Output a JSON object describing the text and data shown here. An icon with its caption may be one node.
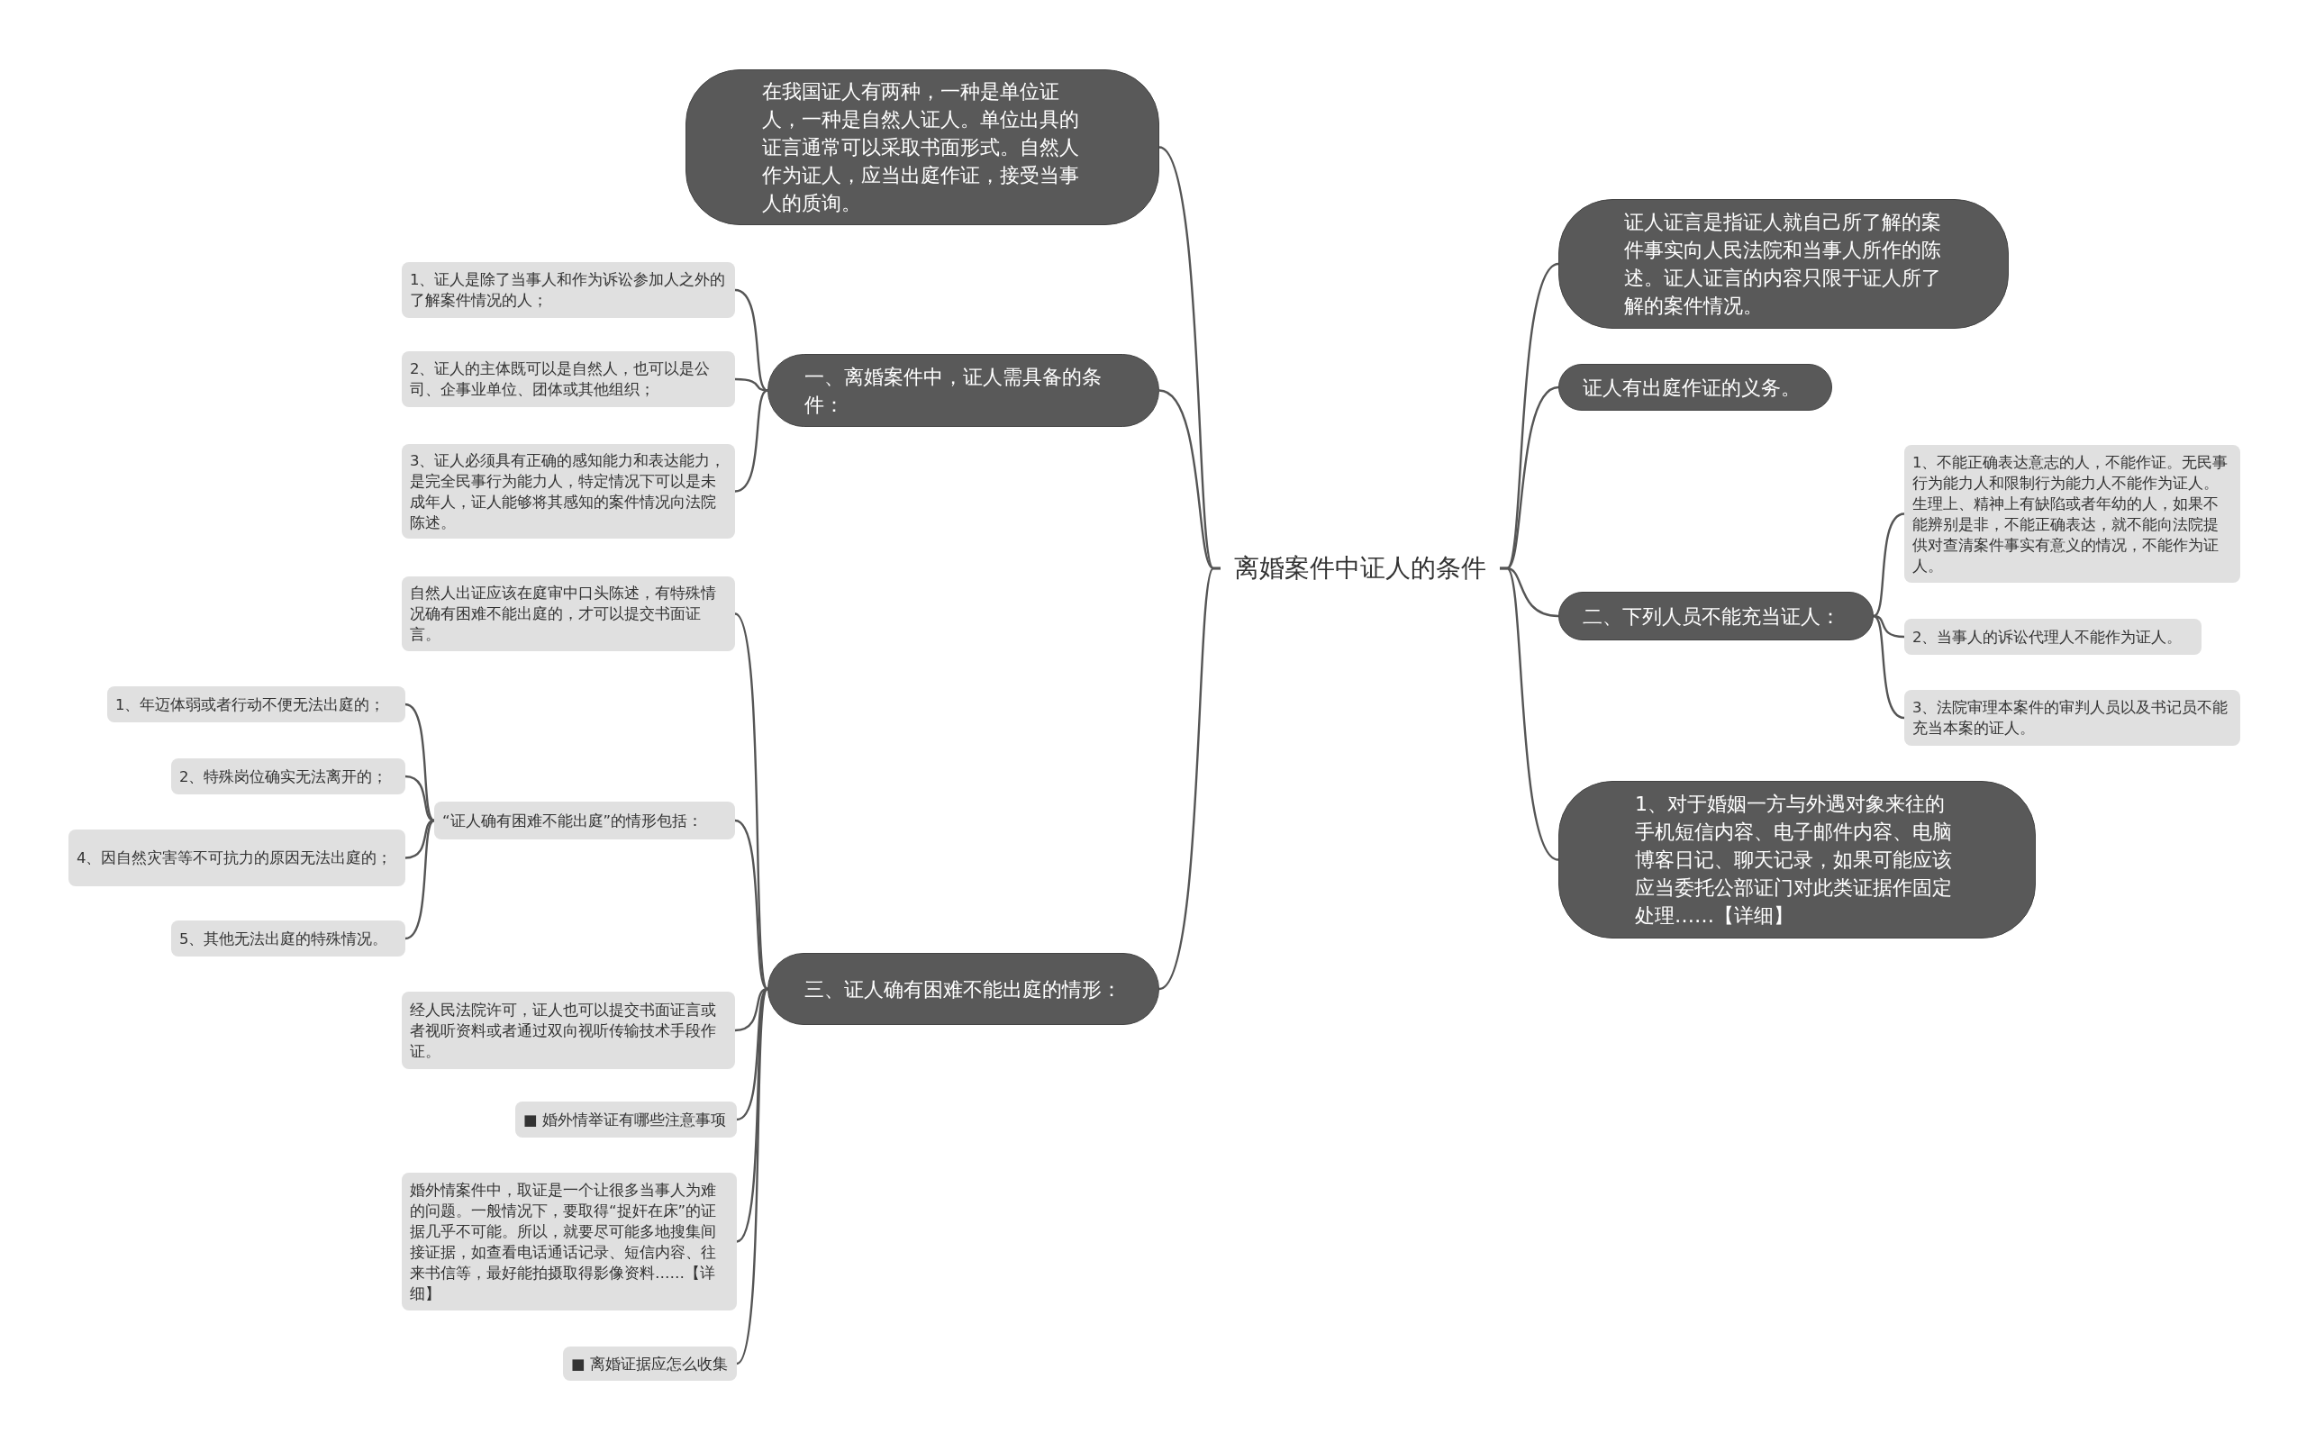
{
  "diagram": {
    "nodes": [
      {
        "text": [
          "离婚案件中证人的条件"
        ]
      },
      {
        "text": [
          "在我国证人有两种，一种是单位证人，一种是自然人证人。单位出具的证言通常可以采取书面形式。自然人作为证人，应当出庭作证，接受当事人的质询。"
        ]
      },
      {
        "text": [
          "一、离婚案件中，证人需具备的条件："
        ]
      },
      {
        "text": [
          "1、证人是除了当事人和作为诉讼参加人之外的了解案件情况的人；"
        ]
      },
      {
        "text": [
          "2、证人的主体既可以是自然人，也可以是公司、企事业单位、团体或其他组织；"
        ]
      },
      {
        "text": [
          "3、证人必须具有正确的感知能力和表达能力，是完全民事行为能力人，特定情况下可以是未成年人，证人能够将其感知的案件情况向法院陈述。"
        ]
      },
      {
        "text": [
          "三、证人确有困难不能出庭的情形："
        ]
      },
      {
        "text": [
          "自然人出证应该在庭审中口头陈述，有特殊情况确有困难不能出庭的，才可以提交书面证言。"
        ]
      },
      {
        "text": [
          "“证人确有困难不能出庭”的情形包括："
        ]
      },
      {
        "text": [
          "1、年迈体弱或者行动不便无法出庭的；"
        ]
      },
      {
        "text": [
          "2、特殊岗位确实无法离开的；"
        ]
      },
      {
        "text": [
          "4、因自然灾害等不可抗力的原因无法出庭的；"
        ]
      },
      {
        "text": [
          "5、其他无法出庭的特殊情况。"
        ]
      },
      {
        "text": [
          "经人民法院许可，证人也可以提交书面证言或者视听资料或者通过双向视听传输技术手段作证。"
        ]
      },
      {
        "text": [
          "■ 婚外情举证有哪些注意事项"
        ]
      },
      {
        "text": [
          "婚外情案件中，取证是一个让很多当事人为难的问题。一般情况下，要取得“捉奸在床”的证据几乎不可能。所以，就要尽可能多地搜集间接证据，如查看电话通话记录、短信内容、往来书信等，最好能拍摄取得影像资料……【详细】"
        ]
      },
      {
        "text": [
          "■ 离婚证据应怎么收集"
        ]
      },
      {
        "text": [
          "证人证言是指证人就自己所了解的案件事实向人民法院和当事人所作的陈述。证人证言的内容只限于证人所了解的案件情况。"
        ]
      },
      {
        "text": [
          "证人有出庭作证的义务。"
        ]
      },
      {
        "text": [
          "二、下列人员不能充当证人："
        ]
      },
      {
        "text": [
          "1、不能正确表达意志的人，不能作证。无民事行为能力人和限制行为能力人不能作为证人。生理上、精神上有缺陷或者年幼的人，如果不能辨别是非，不能正确表达，就不能向法院提供对查清案件事实有意义的情况，不能作为证人。"
        ]
      },
      {
        "text": [
          "2、当事人的诉讼代理人不能作为证人。"
        ]
      },
      {
        "text": [
          "3、法院审理本案件的审判人员以及书记员不能充当本案的证人。"
        ]
      },
      {
        "text": [
          "1、对于婚姻一方与外遇对象来往的手机短信内容、电子邮件内容、电脑博客日记、聊天记录，如果可能应该应当委托公部证门对此类证据作固定处理……【详细】"
        ]
      }
    ],
    "edges": [
      {
        "from": 0,
        "to": 1,
        "arrow": "none"
      },
      {
        "from": 0,
        "to": 2,
        "arrow": "none"
      },
      {
        "from": 2,
        "to": 3,
        "arrow": "none"
      },
      {
        "from": 2,
        "to": 4,
        "arrow": "none"
      },
      {
        "from": 2,
        "to": 5,
        "arrow": "none"
      },
      {
        "from": 0,
        "to": 6,
        "arrow": "none"
      },
      {
        "from": 6,
        "to": 7,
        "arrow": "none"
      },
      {
        "from": 6,
        "to": 8,
        "arrow": "none"
      },
      {
        "from": 8,
        "to": 9,
        "arrow": "none"
      },
      {
        "from": 8,
        "to": 10,
        "arrow": "none"
      },
      {
        "from": 8,
        "to": 11,
        "arrow": "none"
      },
      {
        "from": 8,
        "to": 12,
        "arrow": "none"
      },
      {
        "from": 6,
        "to": 13,
        "arrow": "none"
      },
      {
        "from": 6,
        "to": 14,
        "arrow": "none"
      },
      {
        "from": 6,
        "to": 15,
        "arrow": "none"
      },
      {
        "from": 6,
        "to": 16,
        "arrow": "none"
      },
      {
        "from": 0,
        "to": 17,
        "arrow": "none"
      },
      {
        "from": 0,
        "to": 18,
        "arrow": "none"
      },
      {
        "from": 0,
        "to": 19,
        "arrow": "none"
      },
      {
        "from": 19,
        "to": 20,
        "arrow": "none"
      },
      {
        "from": 19,
        "to": 21,
        "arrow": "none"
      },
      {
        "from": 19,
        "to": 22,
        "arrow": "none"
      },
      {
        "from": 0,
        "to": 23,
        "arrow": "none"
      }
    ]
  }
}
